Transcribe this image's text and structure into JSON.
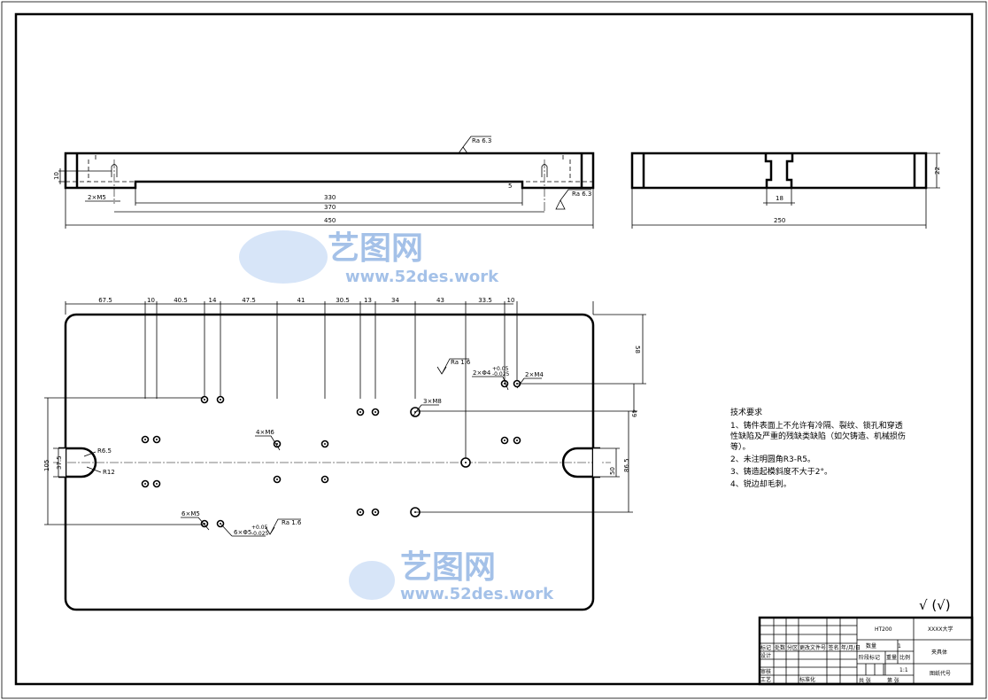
{
  "front_view": {
    "roughness_top": "Ra 6.3",
    "roughness_side": "Ra 6.3",
    "dims": {
      "height": "10",
      "thread": "2×M5",
      "step": "5",
      "inner": "330",
      "holes": "370",
      "length": "450"
    }
  },
  "side_view": {
    "dims": {
      "height": "22",
      "slot": "18",
      "width": "250"
    }
  },
  "plan_view": {
    "top_dims": [
      "67.5",
      "10",
      "40.5",
      "14",
      "47.5",
      "41",
      "30.5",
      "13",
      "34",
      "43",
      "33.5",
      "10"
    ],
    "right_dims": {
      "d1": "58",
      "d2": "49",
      "d3": "50",
      "d4": "86.5"
    },
    "left_dims": {
      "d1": "105",
      "d2": "37.5"
    },
    "labels": {
      "r_small": "R6.5",
      "r_large": "R12",
      "m8": "3×M8",
      "m6": "4×M6",
      "m4": "2×M4",
      "pin4": "2×Φ4",
      "pin4_tol_up": "+0.05",
      "pin4_tol_dn": "-0.025",
      "m5": "6×M5",
      "pin5": "6×Φ5",
      "pin5_tol_up": "+0.05",
      "pin5_tol_dn": "-0.025",
      "ra_a": "Ra 1.6",
      "ra_b": "Ra 1.6"
    }
  },
  "tech_requirements": {
    "title": "技术要求",
    "items": [
      "1、铸件表面上不允许有冷隔、裂纹、锁孔和穿透",
      "性缺陷及严重的残缺类缺陷（如欠铸造、机械损伤",
      "等）。",
      "2、未注明圆角R3-R5。",
      "3、铸造起模斜度不大于2°。",
      "4、锐边却毛刺。"
    ]
  },
  "surface_default": "√ (√)",
  "watermark": {
    "brand": "艺图网",
    "url": "www.52des.work"
  },
  "title_block": {
    "material": "HT200",
    "school": "XXXX大学",
    "part_name": "夹具体",
    "drawing_no": "图纸代号",
    "qty_label": "数量",
    "qty": "1",
    "stage_label": "阶段标记",
    "weight_label": "重量",
    "scale_label": "比例",
    "scale": "1:1",
    "sheets": "共  张",
    "sheet": "第  张",
    "rows": [
      "标记",
      "处数",
      "分区",
      "更改文件号",
      "签名",
      "年/月/日"
    ],
    "design": "设计",
    "review": "审核",
    "process": "工艺",
    "standard": "标准化"
  }
}
